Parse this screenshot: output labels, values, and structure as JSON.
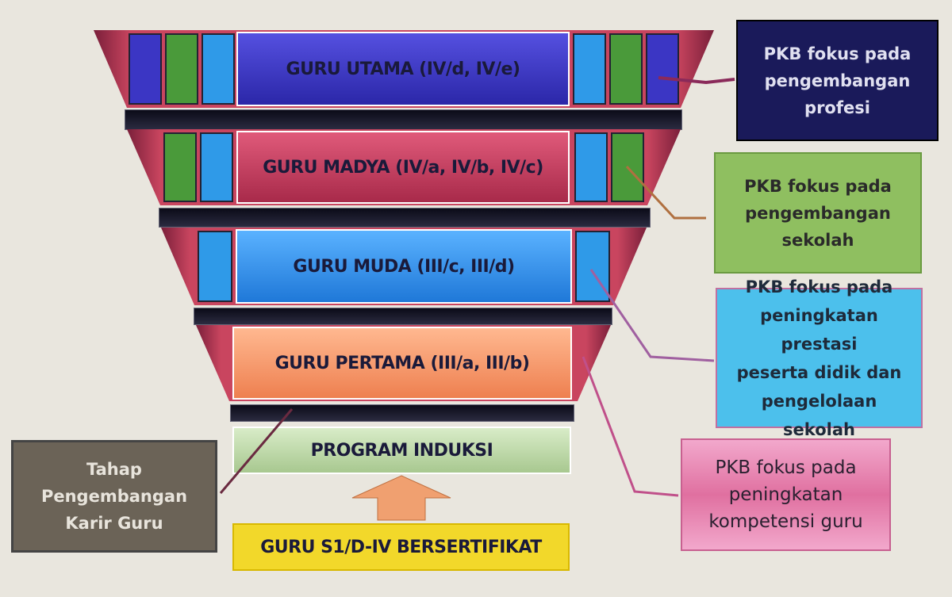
{
  "tiers": [
    {
      "label": "GURU UTAMA (IV/d, IV/e)",
      "color": "#3b36c4"
    },
    {
      "label": "GURU MADYA (IV/a, IV/b, IV/c)",
      "color": "#c23a5c"
    },
    {
      "label": "GURU MUDA (III/c, III/d)",
      "color": "#2f8fee"
    },
    {
      "label": "GURU PERTAMA (III/a, III/b)",
      "color": "#f39a6a"
    }
  ],
  "induksi": "PROGRAM INDUKSI",
  "base": "GURU S1/D-IV BERSERTIFIKAT",
  "left_box": {
    "l1": "Tahap",
    "l2": "Pengembangan",
    "l3": "Karir Guru"
  },
  "notes": [
    {
      "l1": "PKB fokus pada",
      "l2": "pengembangan",
      "l3": "profesi"
    },
    {
      "l1": "PKB fokus pada",
      "l2": "pengembangan",
      "l3": "sekolah"
    },
    {
      "l1": "PKB fokus pada",
      "l2": "peningkatan prestasi",
      "l3": "peserta didik dan",
      "l4": "pengelolaan sekolah"
    },
    {
      "l1": "PKB fokus pada",
      "l2": "peningkatan",
      "l3": "kompetensi guru"
    }
  ]
}
